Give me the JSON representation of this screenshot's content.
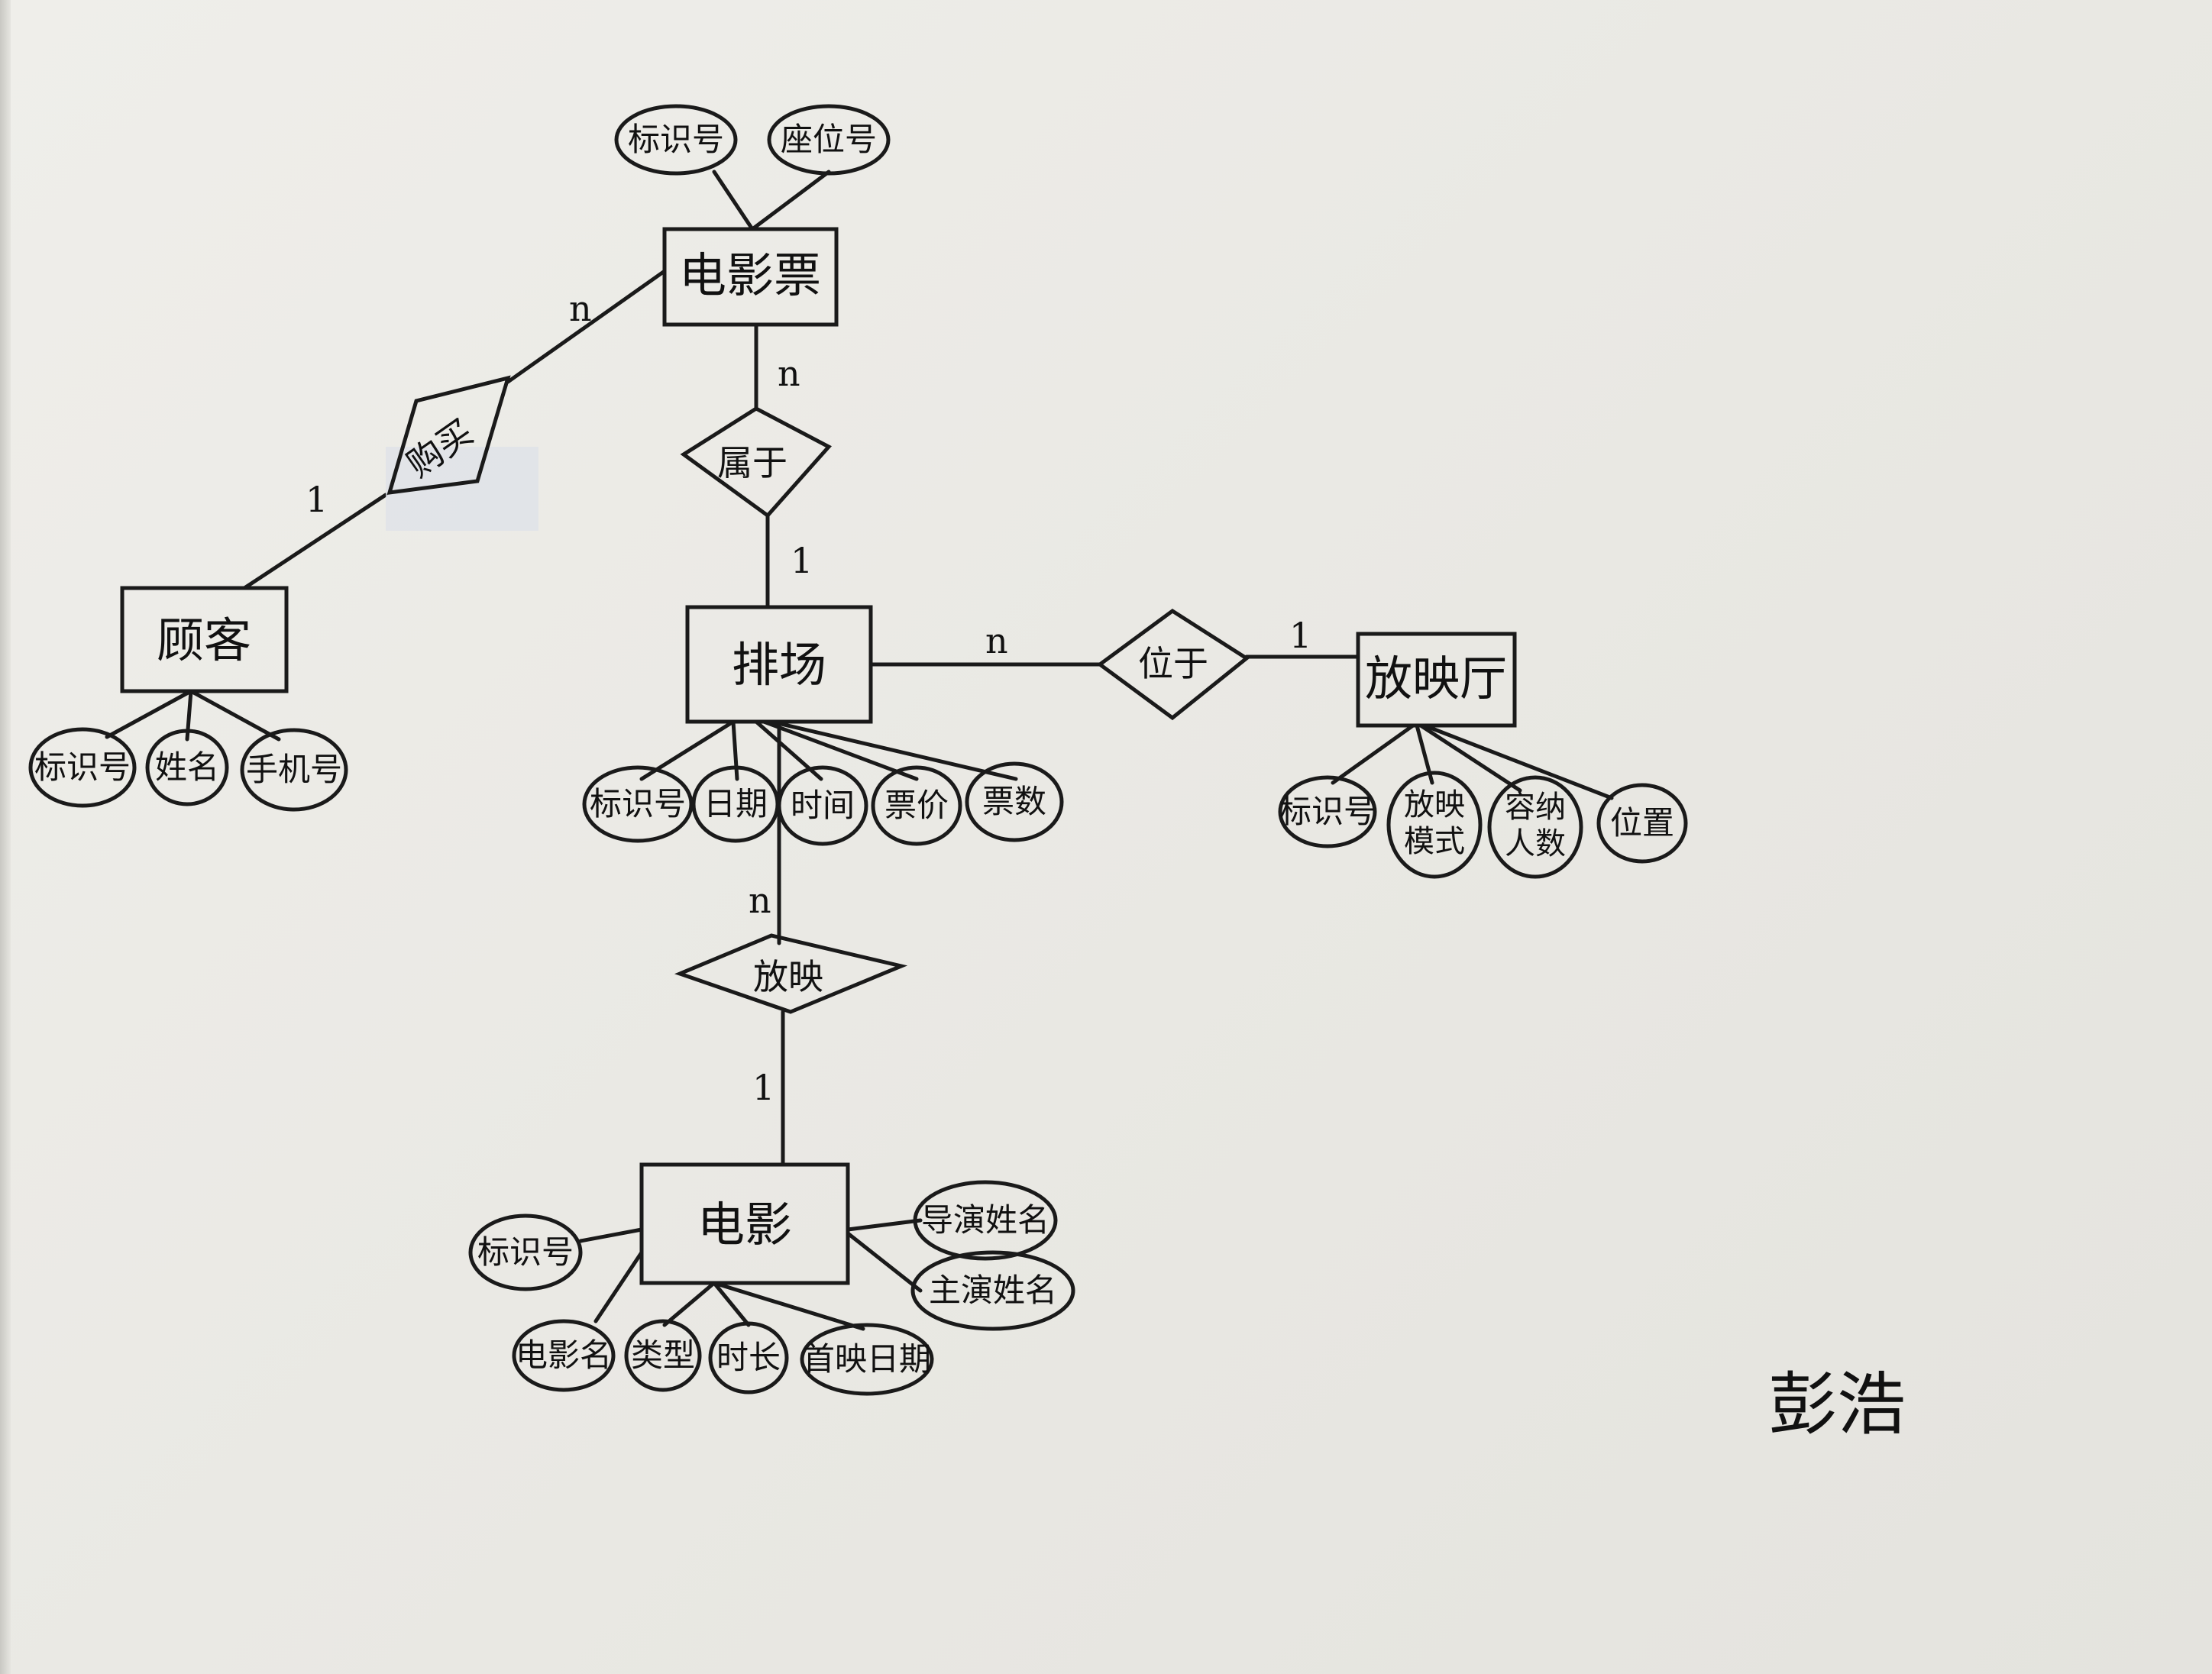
{
  "entities": {
    "ticket": "电影票",
    "customer": "顾客",
    "schedule": "排场",
    "hall": "放映厅",
    "movie": "电影"
  },
  "relationships": {
    "purchase": "购买",
    "belongs": "属于",
    "located": "位于",
    "screening": "放映"
  },
  "cardinalities": {
    "ticket_purchase": "n",
    "customer_purchase": "1",
    "ticket_belongs": "n",
    "schedule_belongs": "1",
    "schedule_located": "n",
    "hall_located": "1",
    "schedule_screening": "n",
    "movie_screening": "1"
  },
  "attributes": {
    "ticket": [
      "标识号",
      "座位号"
    ],
    "customer": [
      "标识号",
      "姓名",
      "手机号"
    ],
    "schedule": [
      "标识号",
      "日期",
      "时间",
      "票价",
      "票数"
    ],
    "hall": [
      "标识号",
      [
        "放映",
        "模式"
      ],
      [
        "容纳",
        "人数"
      ],
      "位置"
    ],
    "movie": [
      "标识号",
      "电影名",
      "类型",
      "时长",
      "首映日期",
      "导演姓名",
      "主演姓名"
    ]
  },
  "signature": "彭浩"
}
